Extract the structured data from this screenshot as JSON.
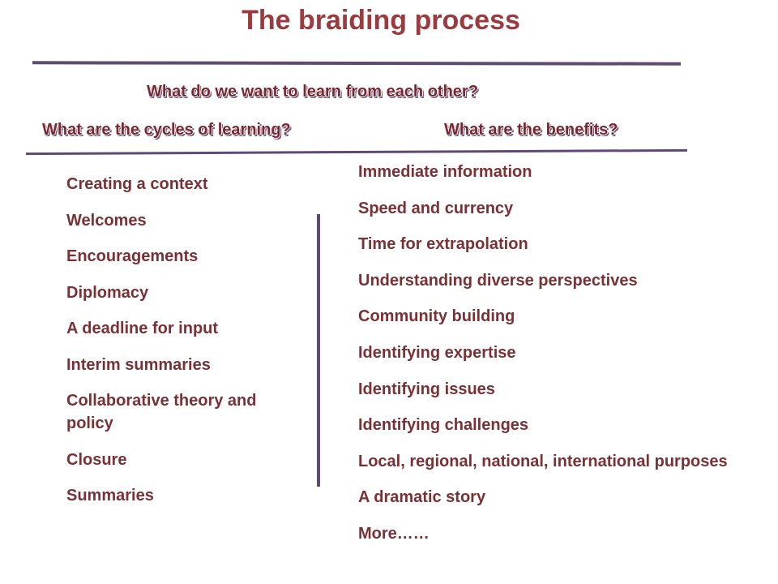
{
  "title": "The braiding process",
  "headings": {
    "learn": "What do we want to learn from each other?",
    "cycles": "What are the cycles of learning?",
    "benefits": "What are the benefits?"
  },
  "cycles": [
    "Creating a context",
    "Welcomes",
    "Encouragements",
    "Diplomacy",
    "A deadline for input",
    "Interim summaries",
    "Collaborative theory and policy",
    "Closure",
    "Summaries"
  ],
  "benefits": [
    "Immediate information",
    "Speed and currency",
    "Time for extrapolation",
    "Understanding diverse perspectives",
    "Community building",
    "Identifying expertise",
    "Identifying issues",
    "Identifying challenges",
    "Local, regional, national, international purposes",
    "A dramatic story",
    "More……"
  ],
  "colors": {
    "title": "#9b3a3f",
    "text": "#7a3135",
    "rules": "#5e4a73"
  }
}
